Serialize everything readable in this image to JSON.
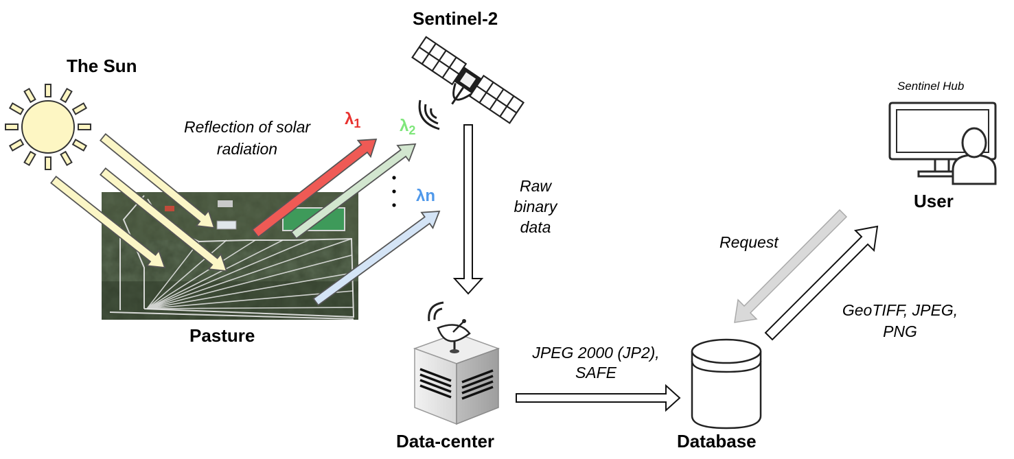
{
  "labels": {
    "sun": "The Sun",
    "satellite": "Sentinel-2",
    "pasture": "Pasture",
    "datacenter": "Data-center",
    "database": "Database",
    "user": "User",
    "sentinel_hub": "Sentinel Hub"
  },
  "annotations": {
    "reflection_line1": "Reflection of solar",
    "reflection_line2": "radiation",
    "raw_line1": "Raw",
    "raw_line2": "binary",
    "raw_line3": "data",
    "jp2_line1": "JPEG 2000 (JP2),",
    "jp2_line2": "SAFE",
    "request": "Request",
    "formats_line1": "GeoTIFF, JPEG,",
    "formats_line2": "PNG"
  },
  "wavelengths": [
    {
      "symbol": "λ",
      "sub": "1",
      "color": "#e8322f"
    },
    {
      "symbol": "λ",
      "sub": "2",
      "color": "#7ee67a"
    },
    {
      "symbol": "λn",
      "sub": "",
      "color": "#4f98ea"
    }
  ],
  "colors": {
    "sun_fill": "#fdf6c3",
    "solar_arrow": "#fbf6c6",
    "reflect_red": "#ef5a55",
    "reflect_green": "#d2e6cf",
    "reflect_blue": "#d4e4f6",
    "request_arrow": "#d9d9d9"
  }
}
